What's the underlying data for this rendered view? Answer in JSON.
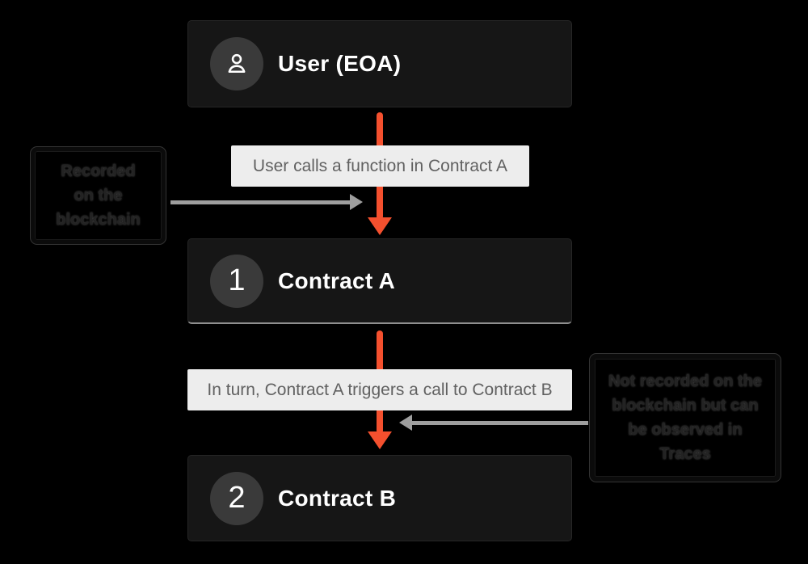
{
  "page": {
    "background": "#000000"
  },
  "colors": {
    "node_fill": "#161616",
    "node_text": "#ffffff",
    "badge_fill": "#3a3a3a",
    "label_fill": "#ededed",
    "label_text": "#616161",
    "flow_arrow_orange": "#f4502e",
    "side_arrow_gray": "#9e9e9e",
    "annotation_border": "#0b0b0b",
    "annotation_text": "#232323",
    "contract_a_divider": "#8f8f8f"
  },
  "nodes": {
    "user": {
      "title": "User (EOA)",
      "icon": "user-icon"
    },
    "contract_a": {
      "title": "Contract A",
      "badge": "1"
    },
    "contract_b": {
      "title": "Contract B",
      "badge": "2"
    }
  },
  "edge_labels": {
    "user_to_a": "User calls a function in Contract A",
    "a_to_b": "In turn, Contract A triggers a call to Contract B"
  },
  "annotations": {
    "left": {
      "text": "Recorded on the blockchain",
      "lines": [
        "Recorded",
        "on the",
        "blockchain"
      ]
    },
    "right": {
      "text": "Not recorded on the blockchain but can be observed in Traces",
      "lines": [
        "Not recorded on the",
        "blockchain but can",
        "be observed in",
        "Traces"
      ]
    }
  }
}
